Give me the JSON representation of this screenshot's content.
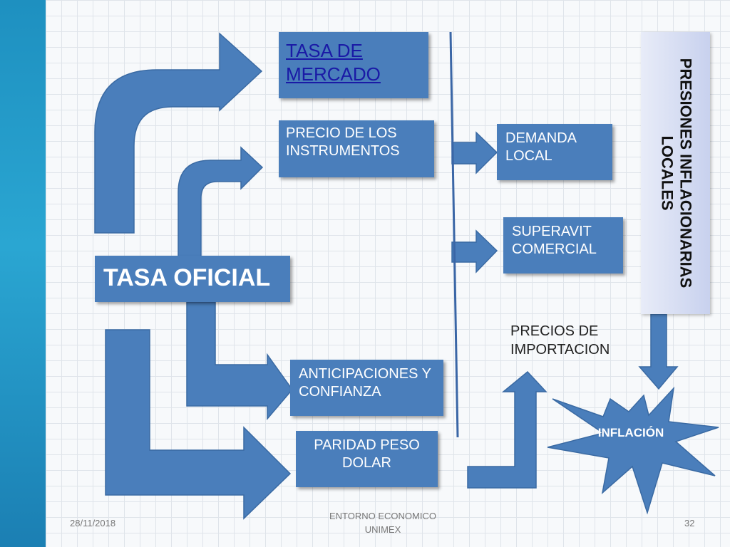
{
  "nodes": {
    "tasa_mercado": "TASA DE MERCADO",
    "precio_instrumentos": "PRECIO DE LOS INSTRUMENTOS",
    "demanda_local": "DEMANDA LOCAL",
    "superavit_comercial": "SUPERAVIT COMERCIAL",
    "tasa_oficial": "TASA OFICIAL",
    "precios_importacion": "PRECIOS DE IMPORTACION",
    "anticipaciones": "ANTICIPACIONES Y CONFIANZA",
    "paridad": "PARIDAD PESO DOLAR",
    "inflacion": "INFLACIÓN",
    "presiones": "PRESIONES INFLACIONARIAS LOCALES"
  },
  "footer": {
    "date": "28/11/2018",
    "title": "ENTORNO ECONOMICO UNIMEX",
    "page": "32"
  },
  "colors": {
    "box": "#4a7ebb",
    "arrow": "#4a7ebb",
    "sidebar": "#2aa6d2"
  }
}
